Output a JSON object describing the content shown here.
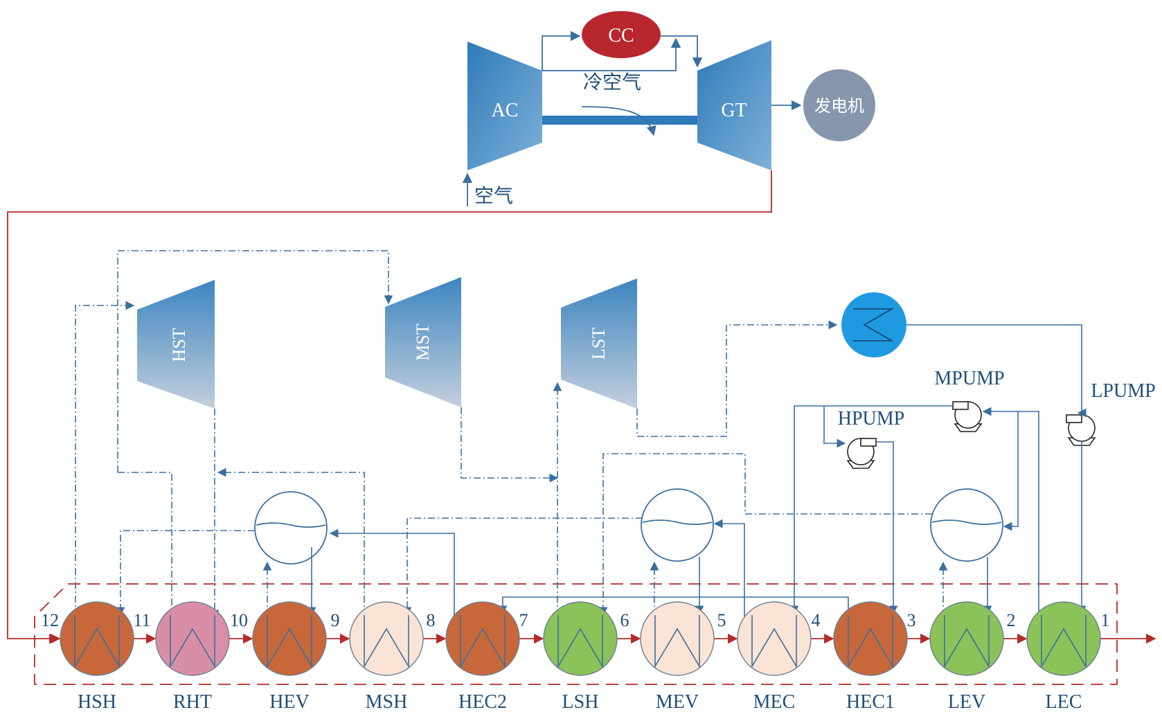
{
  "gas_turbine": {
    "compressor": "AC",
    "combustor": "CC",
    "turbine": "GT",
    "generator": "发电机",
    "cold_air": "冷空气",
    "air_inlet": "空气"
  },
  "steam_turbines": {
    "hp": "HST",
    "mp": "MST",
    "lp": "LST"
  },
  "pumps": {
    "hp": "HPUMP",
    "mp": "MPUMP",
    "lp": "LPUMP"
  },
  "heat_exchangers": [
    {
      "label": "HSH",
      "color": "#c8683a"
    },
    {
      "label": "RHT",
      "color": "#d98ea8"
    },
    {
      "label": "HEV",
      "color": "#c8683a"
    },
    {
      "label": "MSH",
      "color": "#fbe3d5"
    },
    {
      "label": "HEC2",
      "color": "#c8683a"
    },
    {
      "label": "LSH",
      "color": "#8bc25a"
    },
    {
      "label": "MEV",
      "color": "#fbe3d5"
    },
    {
      "label": "MEC",
      "color": "#fbe3d5"
    },
    {
      "label": "HEC1",
      "color": "#c8683a"
    },
    {
      "label": "LEV",
      "color": "#8bc25a"
    },
    {
      "label": "LEC",
      "color": "#8bc25a"
    }
  ],
  "state_points": [
    "12",
    "11",
    "10",
    "9",
    "8",
    "7",
    "6",
    "5",
    "4",
    "3",
    "2",
    "1"
  ],
  "colors": {
    "water_steam": "#3a6f9f",
    "flue_gas": "#b52a2a",
    "combustor": "#b8262e",
    "generator": "#8596ad",
    "condenser": "#1f9ae0"
  }
}
